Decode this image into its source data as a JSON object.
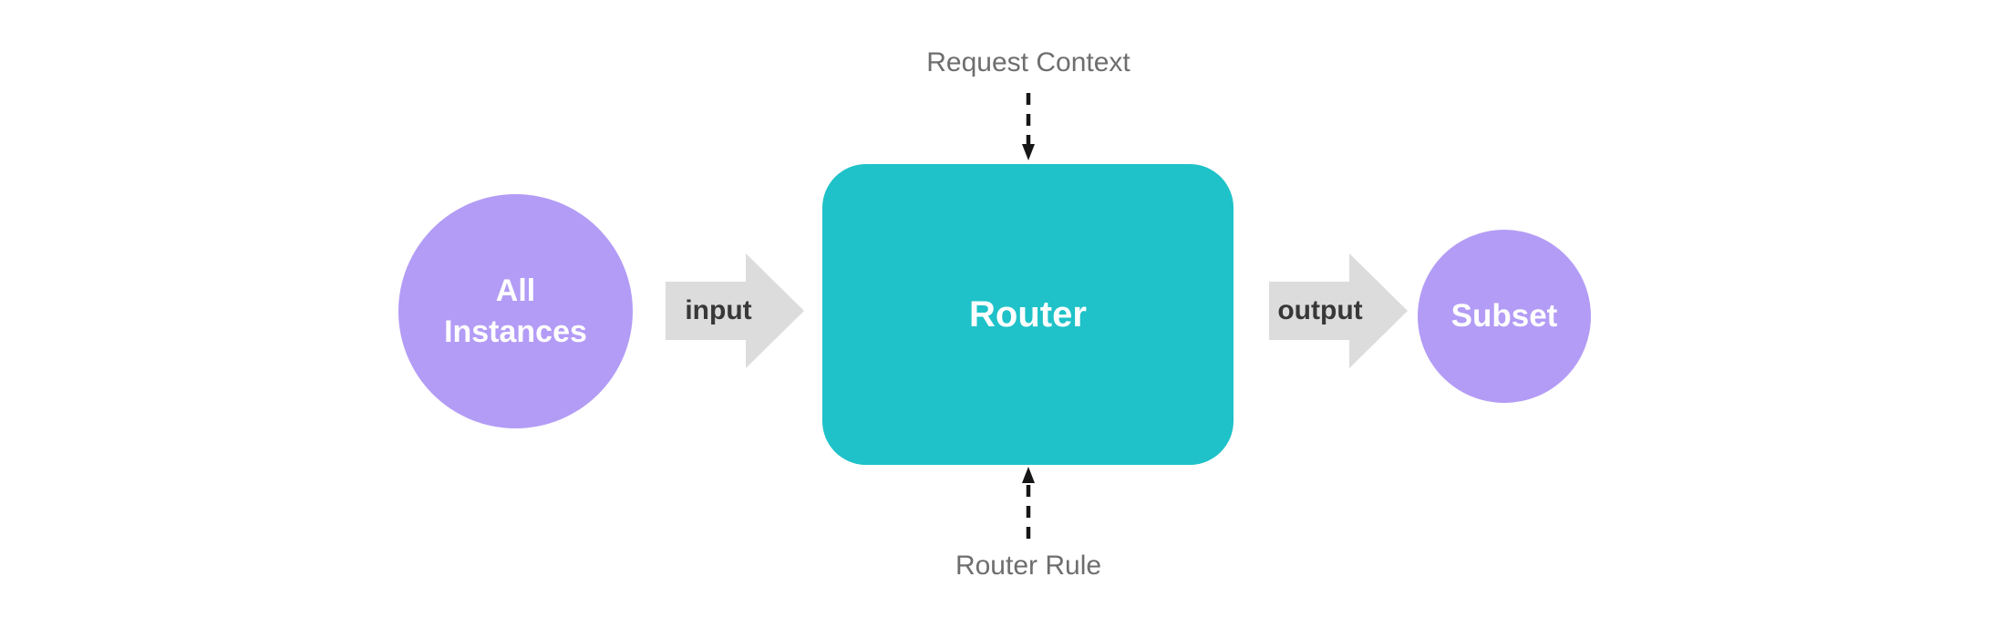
{
  "colors": {
    "node-purple": "#b39cf6",
    "node-teal": "#1ec2c8",
    "arrow-gray": "#dcdcdc",
    "node-text": "#ffffff",
    "annotation-text": "#6e6e6e",
    "arrow-label-text": "#383838",
    "dashed-arrow": "#161616",
    "background": "#ffffff"
  },
  "nodes": {
    "all_instances": {
      "label": "All Instances"
    },
    "router": {
      "label": "Router"
    },
    "subset": {
      "label": "Subset"
    }
  },
  "arrows": {
    "input": {
      "label": "input"
    },
    "output": {
      "label": "output"
    }
  },
  "annotations": {
    "request_context": {
      "label": "Request Context"
    },
    "router_rule": {
      "label": "Router Rule"
    }
  }
}
